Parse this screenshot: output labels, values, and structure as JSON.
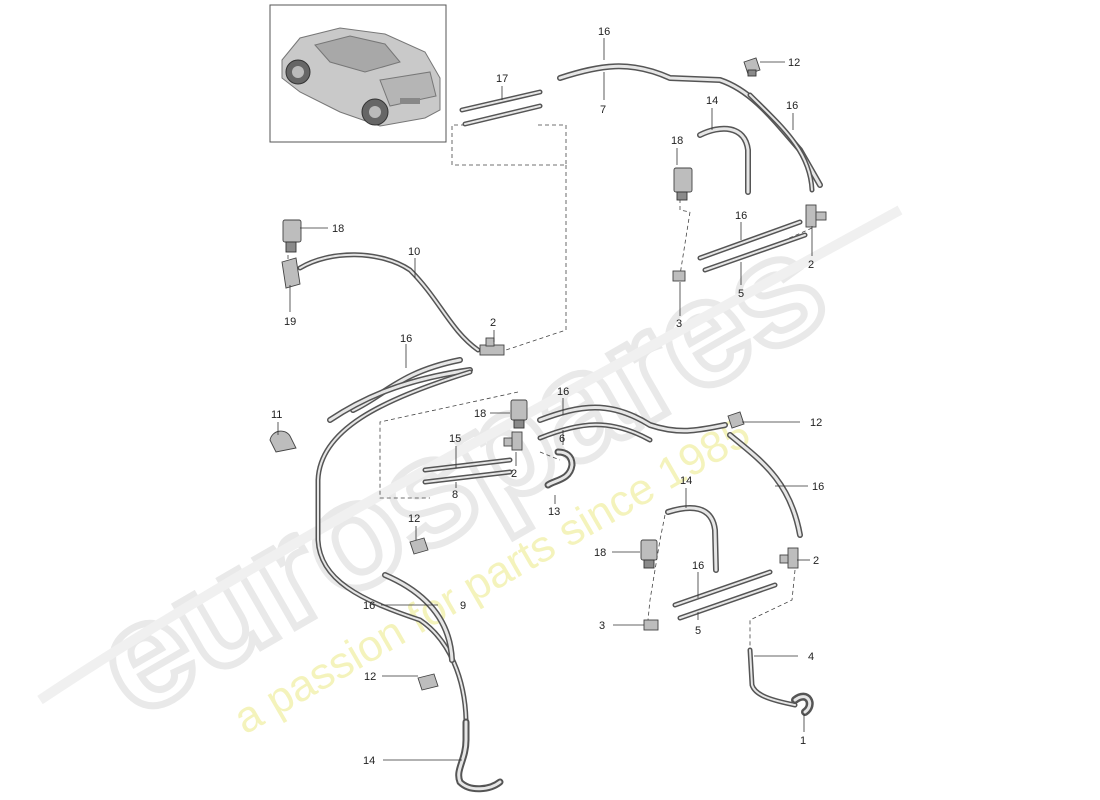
{
  "watermark": {
    "logo": "eurospares",
    "tagline": "a passion for parts since 1985"
  },
  "thumbnail": {
    "icon": "car-rear-three-quarter-icon"
  },
  "callouts": {
    "c1": "1",
    "c2a": "2",
    "c2b": "2",
    "c2c": "2",
    "c2d": "2",
    "c3a": "3",
    "c3b": "3",
    "c4": "4",
    "c5a": "5",
    "c5b": "5",
    "c6": "6",
    "c7": "7",
    "c8": "8",
    "c9": "9",
    "c10": "10",
    "c11": "11",
    "c12a": "12",
    "c12b": "12",
    "c12c": "12",
    "c12d": "12",
    "c13": "13",
    "c14a": "14",
    "c14b": "14",
    "c14c": "14",
    "c15": "15",
    "c16a": "16",
    "c16b": "16",
    "c16c": "16",
    "c16d": "16",
    "c16e": "16",
    "c16f": "16",
    "c16g": "16",
    "c16h": "16",
    "c17": "17",
    "c18a": "18",
    "c18b": "18",
    "c18c": "18",
    "c18d": "18",
    "c19": "19"
  }
}
